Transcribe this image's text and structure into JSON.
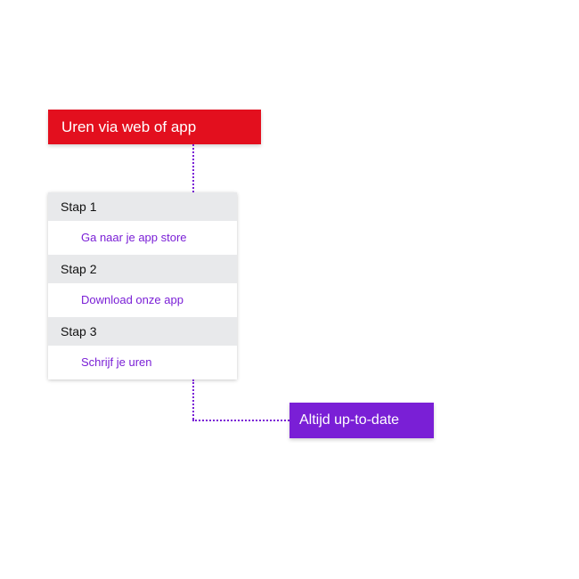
{
  "top_box": {
    "label": "Uren via web of app"
  },
  "steps": [
    {
      "header": "Stap 1",
      "action": "Ga naar je app store"
    },
    {
      "header": "Stap 2",
      "action": "Download onze app"
    },
    {
      "header": "Stap 3",
      "action": "Schrijf je uren"
    }
  ],
  "bottom_box": {
    "label": "Altijd up-to-date"
  },
  "colors": {
    "red_accent": "#e30f1e",
    "purple_accent": "#7a1fd6",
    "step_header_bg": "#e8e9eb"
  }
}
